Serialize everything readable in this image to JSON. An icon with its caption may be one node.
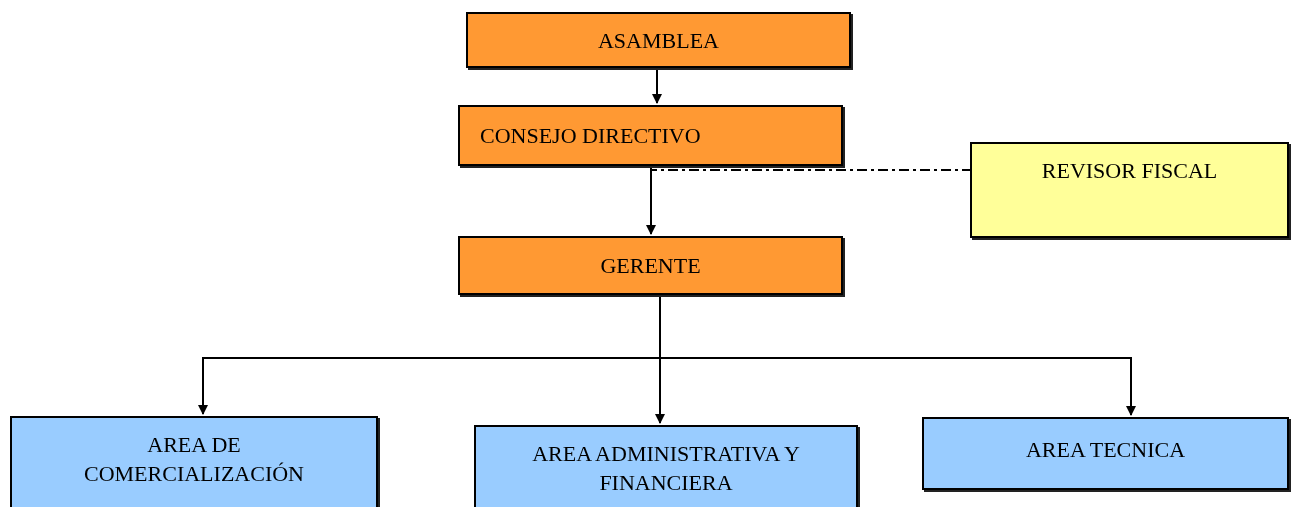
{
  "diagram": {
    "nodes": [
      {
        "text": [
          "ASAMBLEA"
        ]
      },
      {
        "text": [
          "CONSEJO DIRECTIVO"
        ]
      },
      {
        "text": [
          "REVISOR FISCAL"
        ]
      },
      {
        "text": [
          "GERENTE"
        ]
      },
      {
        "text": [
          "AREA DE COMERCIALIZACIÓN"
        ]
      },
      {
        "text": [
          "AREA ADMINISTRATIVA Y FINANCIERA"
        ]
      },
      {
        "text": [
          "AREA TECNICA"
        ]
      }
    ],
    "edges": [
      {
        "from": 0,
        "to": 1,
        "arrow": "to"
      },
      {
        "from": 1,
        "to": 3,
        "arrow": "to"
      },
      {
        "from": 1,
        "to": 2,
        "arrow": "none",
        "style": "dashed"
      },
      {
        "from": 3,
        "to": 4,
        "arrow": "to"
      },
      {
        "from": 3,
        "to": 5,
        "arrow": "to"
      },
      {
        "from": 3,
        "to": 6,
        "arrow": "to"
      }
    ]
  }
}
